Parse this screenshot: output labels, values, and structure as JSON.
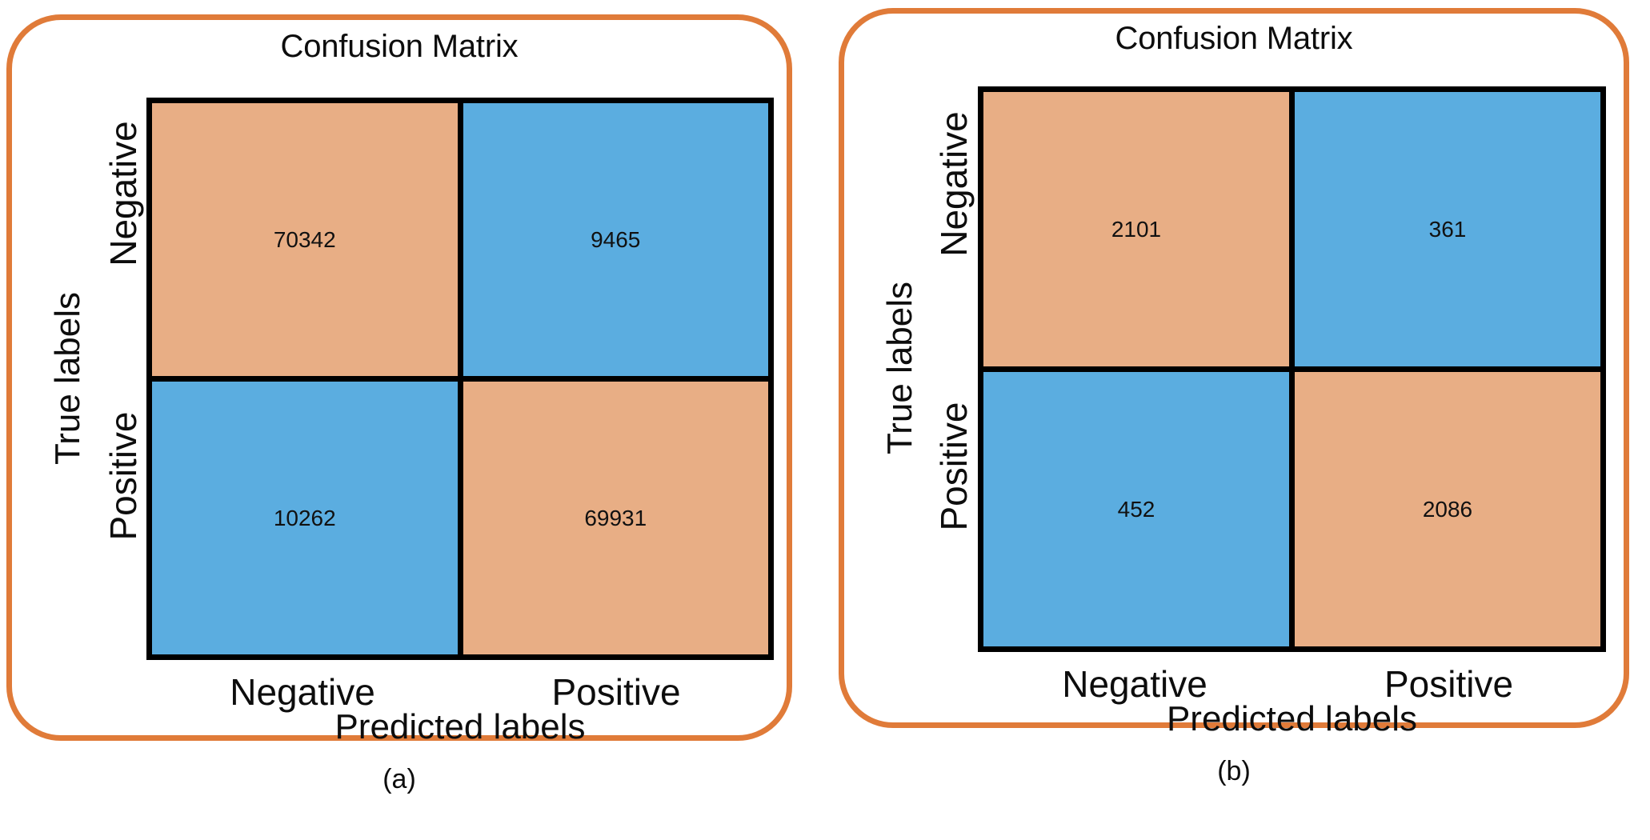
{
  "figure": {
    "caption_a": "(a)",
    "caption_b": "(b)",
    "colors": {
      "cell_orange": "#e8ae85",
      "cell_blue": "#5badE0",
      "panel_border_orange": "#e07b39",
      "grid_line": "#000000",
      "text": "#0d0d0d",
      "background": "#ffffff"
    }
  },
  "chart_data": [
    {
      "type": "heatmap",
      "panel": "(a)",
      "title": "Confusion Matrix",
      "xlabel": "Predicted labels",
      "ylabel": "True labels",
      "x_categories": [
        "Negative",
        "Positive"
      ],
      "y_categories": [
        "Negative",
        "Positive"
      ],
      "values": [
        [
          70342,
          9465
        ],
        [
          10262,
          69931
        ]
      ],
      "cells": [
        {
          "row": "Negative",
          "col": "Negative",
          "value": "70342",
          "color": "#e8ae85",
          "kind": "true-negative"
        },
        {
          "row": "Negative",
          "col": "Positive",
          "value": "9465",
          "color": "#5badE0",
          "kind": "false-positive"
        },
        {
          "row": "Positive",
          "col": "Negative",
          "value": "10262",
          "color": "#5badE0",
          "kind": "false-negative"
        },
        {
          "row": "Positive",
          "col": "Positive",
          "value": "69931",
          "color": "#e8ae85",
          "kind": "true-positive"
        }
      ],
      "grid": true,
      "legend": "none"
    },
    {
      "type": "heatmap",
      "panel": "(b)",
      "title": "Confusion Matrix",
      "xlabel": "Predicted labels",
      "ylabel": "True labels",
      "x_categories": [
        "Negative",
        "Positive"
      ],
      "y_categories": [
        "Negative",
        "Positive"
      ],
      "values": [
        [
          2101,
          361
        ],
        [
          452,
          2086
        ]
      ],
      "cells": [
        {
          "row": "Negative",
          "col": "Negative",
          "value": "2101",
          "color": "#e8ae85",
          "kind": "true-negative"
        },
        {
          "row": "Negative",
          "col": "Positive",
          "value": "361",
          "color": "#5badE0",
          "kind": "false-positive"
        },
        {
          "row": "Positive",
          "col": "Negative",
          "value": "452",
          "color": "#5badE0",
          "kind": "false-negative"
        },
        {
          "row": "Positive",
          "col": "Positive",
          "value": "2086",
          "color": "#e8ae85",
          "kind": "true-positive"
        }
      ],
      "grid": true,
      "legend": "none"
    }
  ]
}
